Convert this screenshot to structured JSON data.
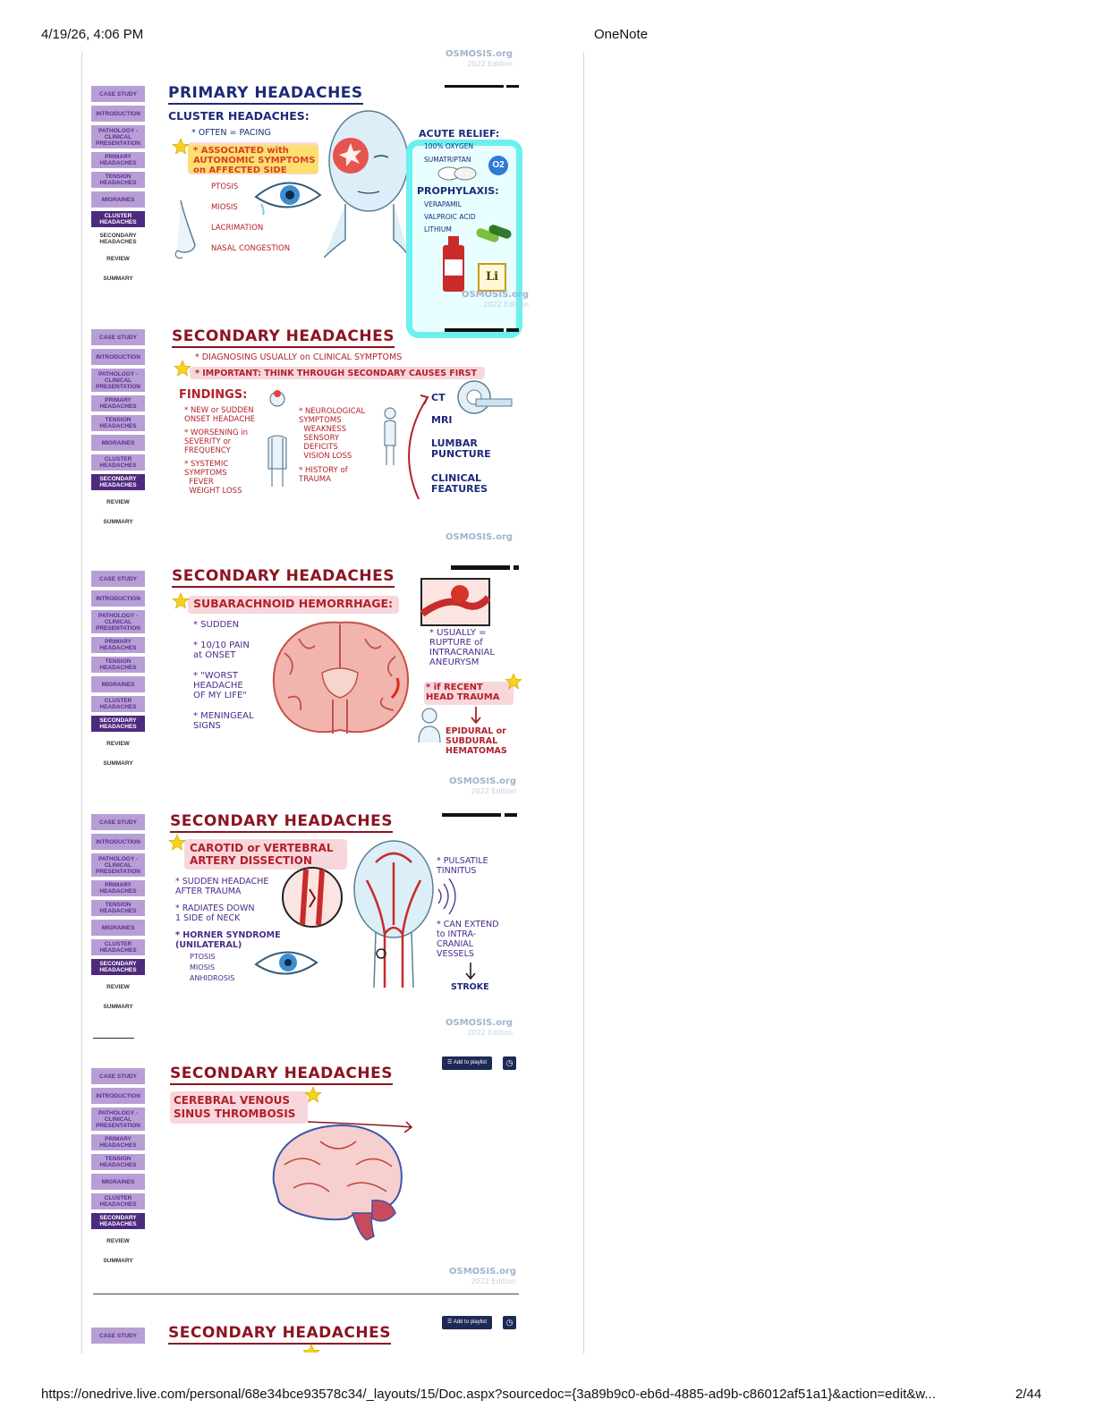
{
  "header": {
    "datetime": "4/19/26, 4:06 PM",
    "app": "OneNote"
  },
  "footer": {
    "url": "https://onedrive.live.com/personal/68e34bce93578c34/_layouts/15/Doc.aspx?sourcedoc={3a89b9c0-eb6d-4885-ad9b-c86012af51a1}&action=edit&w...",
    "page": "2/44"
  },
  "nav_items": [
    "Case Study",
    "Introduction",
    "Pathology - Clinical Presentation",
    "Primary Headaches",
    "Tension Headaches",
    "Migraines",
    "Cluster Headaches",
    "Secondary Headaches",
    "Review",
    "Summary"
  ],
  "branding": {
    "osmosis": "OSMOSIS.org",
    "edition": "2022 Edition"
  },
  "playlist_label": "Add to playlist",
  "slide1": {
    "title": "PRIMARY HEADACHES",
    "subtitle": "CLUSTER HEADACHES:",
    "often": "* OFTEN = PACING",
    "associated": "* ASSOCIATED with\nAUTONOMIC SYMPTOMS\non AFFECTED SIDE",
    "symptoms": [
      "PTOSIS",
      "MIOSIS",
      "LACRIMATION",
      "NASAL CONGESTION"
    ],
    "acute_title": "ACUTE RELIEF:",
    "acute_items": [
      "100% OXYGEN",
      "SUMATRIPTAN"
    ],
    "prophylaxis_title": "PROPHYLAXIS:",
    "prophylaxis_items": [
      "VERAPAMIL",
      "VALPROIC ACID",
      "LITHIUM"
    ],
    "o2": "O2",
    "li": "Li"
  },
  "slide2": {
    "title": "SECONDARY HEADACHES",
    "line1": "* DIAGNOSING USUALLY on CLINICAL SYMPTOMS",
    "line2": "* IMPORTANT: THINK THROUGH SECONDARY CAUSES FIRST",
    "findings": "FINDINGS:",
    "new_onset": "* NEW or SUDDEN\nONSET HEADACHE",
    "worsening": "* WORSENING in\nSEVERITY or\nFREQUENCY",
    "systemic": "* SYSTEMIC\nSYMPTOMS\n  FEVER\n  WEIGHT LOSS",
    "neuro": "* NEUROLOGICAL\nSYMPTOMS\n  WEAKNESS\n  SENSORY\n  DEFICITS\n  VISION LOSS",
    "trauma": "* HISTORY of\nTRAUMA",
    "tests": [
      "CT",
      "MRI",
      "LUMBAR\nPUNCTURE",
      "CLINICAL\nFEATURES"
    ]
  },
  "slide3": {
    "title": "SECONDARY HEADACHES",
    "subtitle": "SUBARACHNOID HEMORRHAGE:",
    "left": [
      "* SUDDEN",
      "* 10/10 PAIN\nat ONSET",
      "* \"WORST\nHEADACHE\nOF MY LIFE\"",
      "* MENINGEAL\nSIGNS"
    ],
    "rupture": "* USUALLY =\nRUPTURE of\nINTRACRANIAL\nANEURYSM",
    "trauma": "* if RECENT\nHEAD TRAUMA",
    "hematoma": "EPIDURAL or\nSUBDURAL\nHEMATOMAS"
  },
  "slide4": {
    "title": "SECONDARY HEADACHES",
    "subtitle": "CAROTID or VERTEBRAL\nARTERY DISSECTION",
    "left": [
      "* SUDDEN HEADACHE\nAFTER TRAUMA",
      "* RADIATES DOWN\n1 SIDE of NECK",
      "* HORNER SYNDROME\n(UNILATERAL)"
    ],
    "horner": [
      "PTOSIS",
      "MIOSIS",
      "ANHIDROSIS"
    ],
    "tinnitus": "* PULSATILE\nTINNITUS",
    "extend": "* CAN EXTEND\nto INTRA-\nCRANIAL\nVESSELS",
    "stroke": "STROKE"
  },
  "slide5": {
    "title": "SECONDARY HEADACHES",
    "subtitle": "CEREBRAL VENOUS\nSINUS THROMBOSIS"
  },
  "slide6": {
    "title": "SECONDARY HEADACHES"
  },
  "colors": {
    "nav": "#b79fd6",
    "nav_active": "#4e2a7e",
    "title_red": "#8c1420",
    "title_blue": "#1d2a7a",
    "highlight_cyan": "#6cf0ef"
  }
}
